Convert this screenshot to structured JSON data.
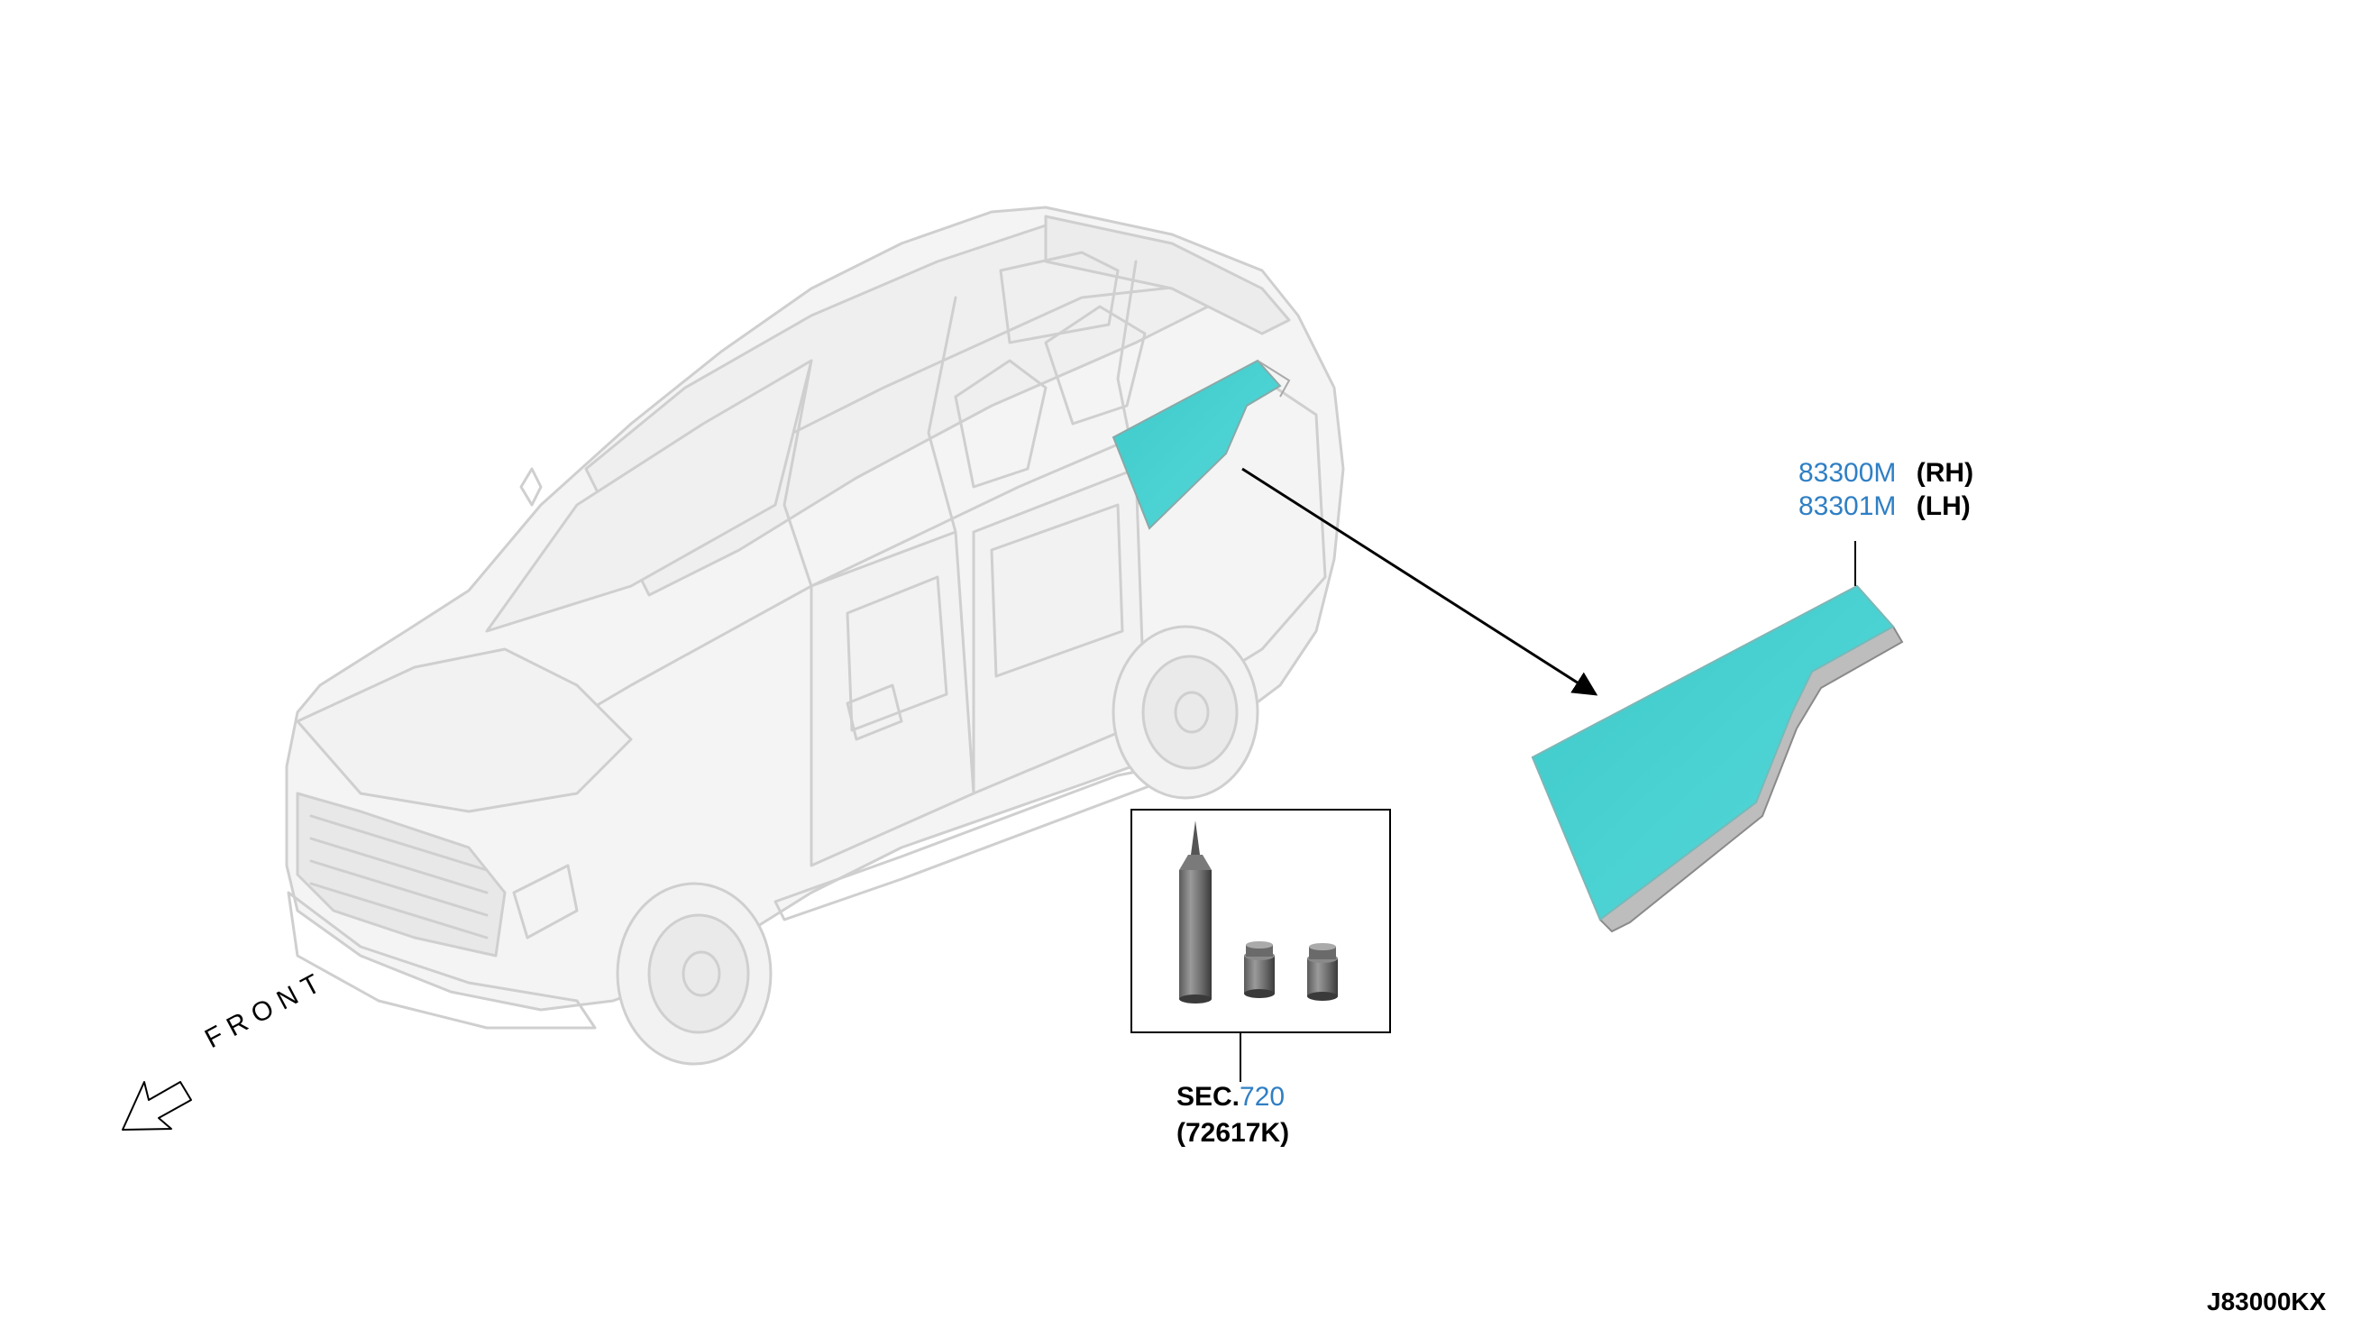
{
  "diagram": {
    "parts": [
      {
        "number": "83300M",
        "side": "(RH)"
      },
      {
        "number": "83301M",
        "side": "(LH)"
      }
    ],
    "section": {
      "prefix": "SEC.",
      "number": "720",
      "subpart": "(72617K)"
    },
    "direction_label": "FRONT",
    "drawing_id": "J83000KX"
  },
  "colors": {
    "glass": "#45cfcf",
    "link": "#2f7fc4",
    "vehicle_line": "#c8c8c8"
  },
  "icons": {
    "vehicle": "suv-outline-illustration",
    "glass_panel": "rear-side-window-glass",
    "adhesive_kit": "urethane-tube-and-primer-bottles",
    "front_arrow": "front-direction-arrow-icon"
  }
}
